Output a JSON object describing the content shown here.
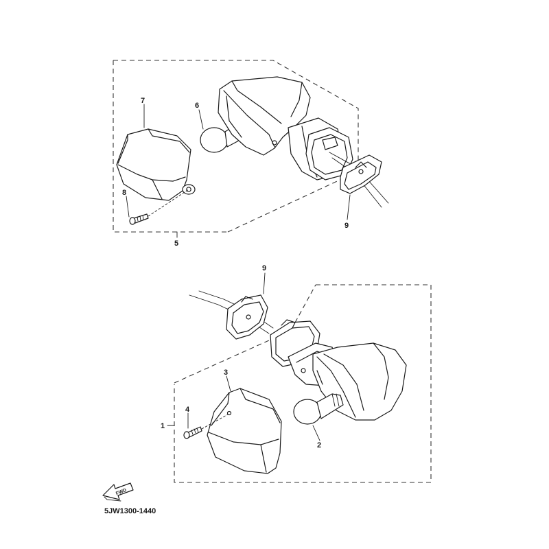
{
  "callouts": {
    "c1": "1",
    "c2": "2",
    "c3": "3",
    "c4": "4",
    "c5": "5",
    "c6": "6",
    "c7": "7",
    "c8": "8",
    "c9_top": "9",
    "c9_bottom": "9"
  },
  "fwd_label": "FWD",
  "part_code": "5JW1300-1440"
}
